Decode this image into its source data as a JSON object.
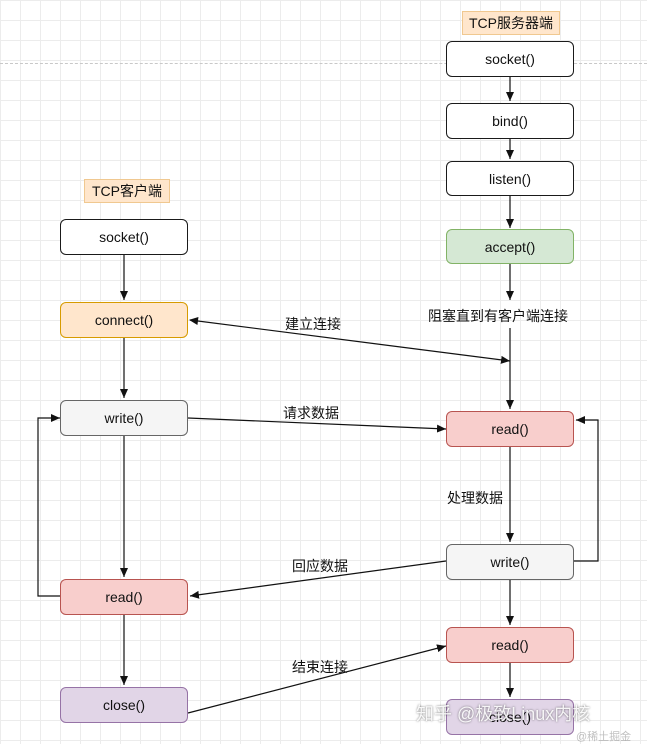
{
  "server": {
    "title": "TCP服务器端",
    "socket": "socket()",
    "bind": "bind()",
    "listen": "listen()",
    "accept": "accept()",
    "read": "read()",
    "write": "write()",
    "read2": "read()",
    "close": "close()"
  },
  "client": {
    "title": "TCP客户端",
    "socket": "socket()",
    "connect": "connect()",
    "write": "write()",
    "read": "read()",
    "close": "close()"
  },
  "labels": {
    "block": "阻塞直到有客户端连接",
    "connect": "建立连接",
    "request": "请求数据",
    "process": "处理数据",
    "reply": "回应数据",
    "end": "结束连接"
  },
  "watermark": "知乎 @极致Linux内核",
  "watermark_small": "@稀土掘金",
  "colors": {
    "orange": "#ffe6cc",
    "green": "#d5e8d4",
    "red": "#f8cecc",
    "gray": "#f5f5f5",
    "purple": "#e1d5e7"
  }
}
